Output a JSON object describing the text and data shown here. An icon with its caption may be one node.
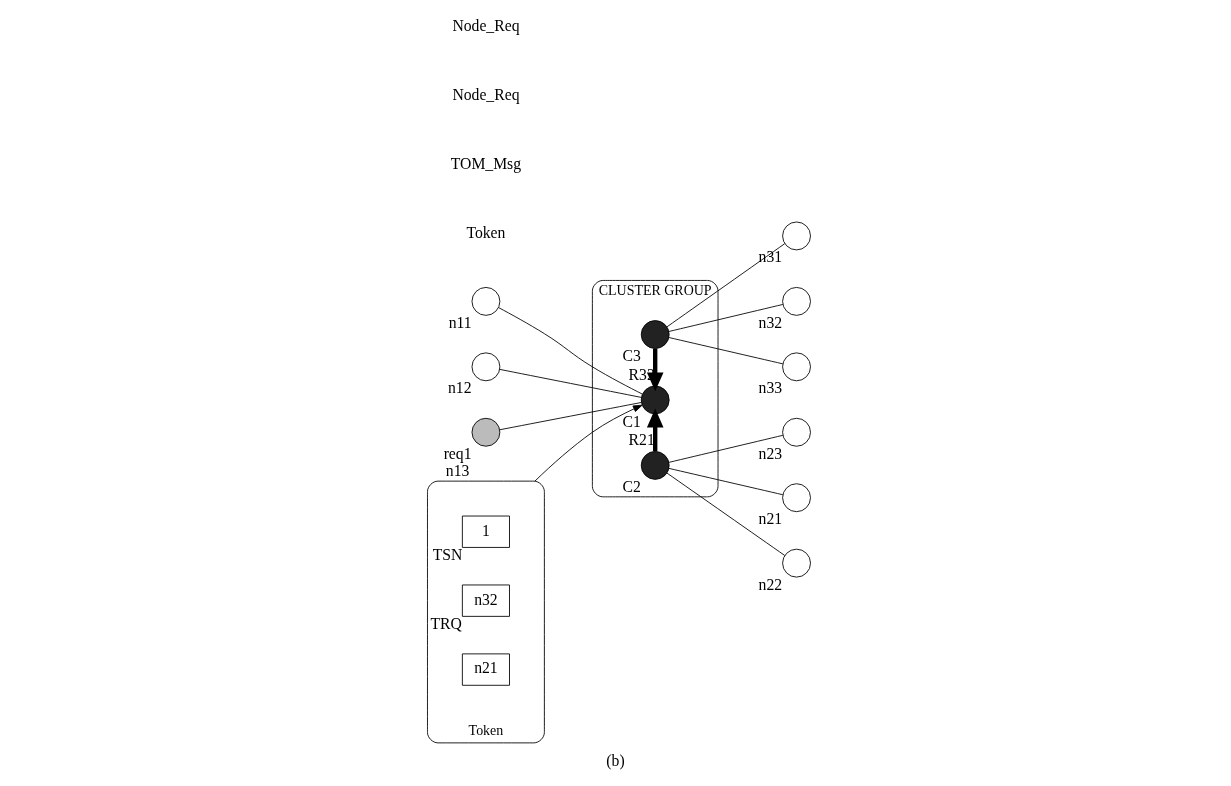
{
  "diagram": {
    "caption": "(b)",
    "nodes": [
      {
        "text": [
          "CLUSTER GROUP"
        ]
      },
      {
        "text": [],
        "shape": "circle",
        "beside": [
          "C1"
        ],
        "in": 0
      },
      {
        "text": [],
        "shape": "circle",
        "beside": [
          "C3"
        ],
        "in": 0
      },
      {
        "text": [],
        "shape": "circle",
        "beside": [
          "C2"
        ],
        "in": 0
      },
      {
        "text": [],
        "shape": "circle",
        "beside": [
          "n11"
        ]
      },
      {
        "text": [],
        "shape": "circle",
        "beside": [
          "n12"
        ]
      },
      {
        "text": [],
        "shape": "circle",
        "beside": [
          "req1",
          "n13"
        ]
      },
      {
        "text": [],
        "shape": "circle",
        "beside": [
          "n31"
        ]
      },
      {
        "text": [],
        "shape": "circle",
        "beside": [
          "n32"
        ]
      },
      {
        "text": [],
        "shape": "circle",
        "beside": [
          "n33"
        ]
      },
      {
        "text": [],
        "shape": "circle",
        "beside": [
          "n23"
        ]
      },
      {
        "text": [],
        "shape": "circle",
        "beside": [
          "n21"
        ]
      },
      {
        "text": [],
        "shape": "circle",
        "beside": [
          "n22"
        ]
      },
      {
        "text": [
          "Token"
        ]
      },
      {
        "text": [
          "1"
        ],
        "beside": [
          "TSN"
        ],
        "in": 13
      },
      {
        "text": [
          "n32"
        ],
        "beside": [
          "TRQ"
        ],
        "in": 13
      },
      {
        "text": [
          "n21"
        ],
        "in": 13
      }
    ],
    "edges": [
      {
        "from": 4,
        "to": 1,
        "arrow": "none"
      },
      {
        "from": 5,
        "to": 1,
        "arrow": "none"
      },
      {
        "from": 6,
        "to": 1,
        "arrow": "none"
      },
      {
        "from": 2,
        "to": 7,
        "arrow": "none"
      },
      {
        "from": 2,
        "to": 8,
        "arrow": "none"
      },
      {
        "from": 2,
        "to": 9,
        "arrow": "none"
      },
      {
        "from": 3,
        "to": 10,
        "arrow": "none"
      },
      {
        "from": 3,
        "to": 11,
        "arrow": "none"
      },
      {
        "from": 3,
        "to": 12,
        "arrow": "none"
      },
      {
        "from": 2,
        "to": 1,
        "arrow": "to",
        "label": "R32",
        "style": "thick"
      },
      {
        "from": 3,
        "to": 1,
        "arrow": "to",
        "label": "R21",
        "style": "thick"
      },
      {
        "from": 13,
        "to": 1,
        "arrow": "to"
      }
    ],
    "labels": [
      "Token",
      "TOM_Msg",
      "Node_Req",
      "Node_Req"
    ]
  }
}
